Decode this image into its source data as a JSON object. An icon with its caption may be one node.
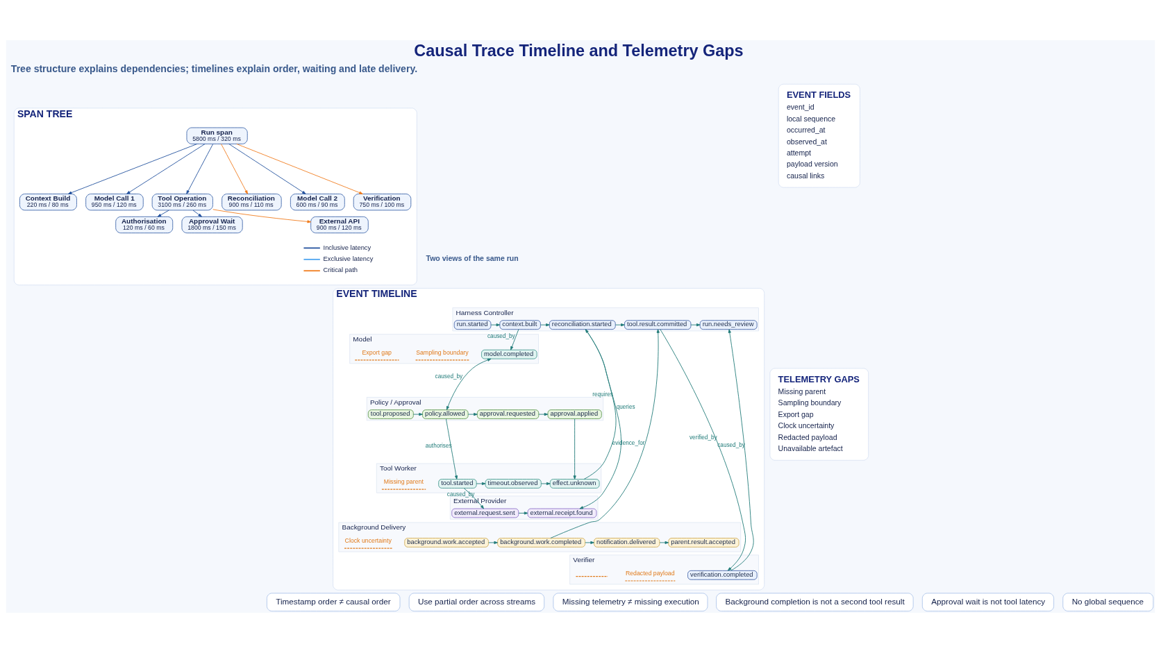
{
  "diagram": {
    "title": "Causal Trace Timeline and Telemetry Gaps",
    "nodes": [
      {
        "text": [
          "SPAN TREE"
        ]
      },
      {
        "text": [
          "Run span",
          "5800 ms / 320 ms"
        ],
        "in": 0
      },
      {
        "text": [
          "Context Build",
          "220 ms / 80 ms"
        ],
        "in": 0
      },
      {
        "text": [
          "Model Call 1",
          "950 ms / 120 ms"
        ],
        "in": 0
      },
      {
        "text": [
          "Tool Operation",
          "3100 ms / 260 ms"
        ],
        "in": 0
      },
      {
        "text": [
          "Reconciliation",
          "900 ms / 110 ms"
        ],
        "in": 0
      },
      {
        "text": [
          "Model Call 2",
          "600 ms / 90 ms"
        ],
        "in": 0
      },
      {
        "text": [
          "Verification",
          "750 ms / 100 ms"
        ],
        "in": 0
      },
      {
        "text": [
          "Authorisation",
          "120 ms / 60 ms"
        ],
        "in": 0
      },
      {
        "text": [
          "Approval Wait",
          "1800 ms / 150 ms"
        ],
        "in": 0
      },
      {
        "text": [
          "External API",
          "900 ms / 120 ms"
        ],
        "in": 0
      },
      {
        "text": [
          "EVENT FIELDS",
          "event_id",
          "local sequence",
          "occurred_at",
          "observed_at",
          "attempt",
          "payload version",
          "causal links"
        ]
      },
      {
        "text": [
          "EVENT TIMELINE"
        ]
      },
      {
        "text": [
          "Harness Controller"
        ],
        "in": 12
      },
      {
        "text": [
          "run.started"
        ],
        "in": 13
      },
      {
        "text": [
          "context.built"
        ],
        "in": 13
      },
      {
        "text": [
          "reconciliation.started"
        ],
        "in": 13
      },
      {
        "text": [
          "tool.result.committed"
        ],
        "in": 13
      },
      {
        "text": [
          "run.needs_review"
        ],
        "in": 13
      },
      {
        "text": [
          "Model"
        ],
        "in": 12
      },
      {
        "text": [
          "model.completed"
        ],
        "in": 19
      },
      {
        "text": [
          "Policy / Approval"
        ],
        "in": 12
      },
      {
        "text": [
          "tool.proposed"
        ],
        "in": 21
      },
      {
        "text": [
          "policy.allowed"
        ],
        "in": 21
      },
      {
        "text": [
          "approval.requested"
        ],
        "in": 21
      },
      {
        "text": [
          "approval.applied"
        ],
        "in": 21
      },
      {
        "text": [
          "Tool Worker"
        ],
        "in": 12
      },
      {
        "text": [
          "tool.started"
        ],
        "in": 26
      },
      {
        "text": [
          "timeout.observed"
        ],
        "in": 26
      },
      {
        "text": [
          "effect.unknown"
        ],
        "in": 26
      },
      {
        "text": [
          "External Provider"
        ],
        "in": 12
      },
      {
        "text": [
          "external.request.sent"
        ],
        "in": 30
      },
      {
        "text": [
          "external.receipt.found"
        ],
        "in": 30
      },
      {
        "text": [
          "Background Delivery"
        ],
        "in": 12
      },
      {
        "text": [
          "background.work.accepted"
        ],
        "in": 33
      },
      {
        "text": [
          "background.work.completed"
        ],
        "in": 33
      },
      {
        "text": [
          "notification.delivered"
        ],
        "in": 33
      },
      {
        "text": [
          "parent.result.accepted"
        ],
        "in": 33
      },
      {
        "text": [
          "Verifier"
        ],
        "in": 12
      },
      {
        "text": [
          "verification.completed"
        ],
        "in": 38
      },
      {
        "text": [
          "TELEMETRY GAPS",
          "Missing parent",
          "Sampling boundary",
          "Export gap",
          "Clock uncertainty",
          "Redacted payload",
          "Unavailable artefact"
        ]
      },
      {
        "text": [
          "Timestamp order ≠ causal order"
        ]
      },
      {
        "text": [
          "Use partial order across streams"
        ]
      },
      {
        "text": [
          "Missing telemetry ≠ missing execution"
        ]
      },
      {
        "text": [
          "Background completion is not a second tool result"
        ]
      },
      {
        "text": [
          "Approval wait is not tool latency"
        ]
      },
      {
        "text": [
          "No global sequence"
        ]
      }
    ],
    "edges": [
      {
        "from": 1,
        "to": 2,
        "arrow": "to",
        "color": "#1f4e9c"
      },
      {
        "from": 1,
        "to": 3,
        "arrow": "to",
        "color": "#1f4e9c"
      },
      {
        "from": 1,
        "to": 4,
        "arrow": "to",
        "color": "#1f4e9c"
      },
      {
        "from": 1,
        "to": 5,
        "arrow": "to",
        "color": "#f07a1a"
      },
      {
        "from": 1,
        "to": 6,
        "arrow": "to",
        "color": "#1f4e9c"
      },
      {
        "from": 1,
        "to": 7,
        "arrow": "to",
        "color": "#f07a1a"
      },
      {
        "from": 4,
        "to": 8,
        "arrow": "to",
        "color": "#1f4e9c"
      },
      {
        "from": 4,
        "to": 9,
        "arrow": "to",
        "color": "#1f4e9c"
      },
      {
        "from": 4,
        "to": 10,
        "arrow": "to",
        "color": "#f07a1a"
      },
      {
        "from": 14,
        "to": 15,
        "arrow": "to"
      },
      {
        "from": 15,
        "to": 16,
        "arrow": "to"
      },
      {
        "from": 15,
        "to": 20,
        "arrow": "to",
        "label": "caused_by"
      },
      {
        "from": 20,
        "to": 23,
        "arrow": "both",
        "label": "caused_by"
      },
      {
        "from": 22,
        "to": 23,
        "arrow": "to"
      },
      {
        "from": 23,
        "to": 24,
        "arrow": "to"
      },
      {
        "from": 24,
        "to": 25,
        "arrow": "to"
      },
      {
        "from": 23,
        "to": 27,
        "arrow": "to",
        "label": "authorises"
      },
      {
        "from": 25,
        "to": 29,
        "arrow": "to"
      },
      {
        "from": 27,
        "to": 28,
        "arrow": "to"
      },
      {
        "from": 28,
        "to": 29,
        "arrow": "to"
      },
      {
        "from": 27,
        "to": 31,
        "arrow": "to",
        "label": "caused_by"
      },
      {
        "from": 31,
        "to": 32,
        "arrow": "to"
      },
      {
        "from": 29,
        "to": 16,
        "arrow": "to",
        "label": "requires"
      },
      {
        "from": 16,
        "to": 32,
        "arrow": "to",
        "label": "queries"
      },
      {
        "from": 16,
        "to": 17,
        "arrow": "to"
      },
      {
        "from": 17,
        "to": 18,
        "arrow": "to"
      },
      {
        "from": 35,
        "to": 17,
        "arrow": "to",
        "label": "evidence_for"
      },
      {
        "from": 17,
        "to": 39,
        "arrow": "to",
        "label": "verified_by"
      },
      {
        "from": 34,
        "to": 35,
        "arrow": "to"
      },
      {
        "from": 35,
        "to": 36,
        "arrow": "to"
      },
      {
        "from": 36,
        "to": 37,
        "arrow": "to"
      },
      {
        "from": 39,
        "to": 18,
        "arrow": "to",
        "label": "caused_by"
      }
    ],
    "labels": [
      "Tree structure explains dependencies; timelines explain order, waiting and late delivery.",
      "Two views of the same run",
      "Sampling boundary",
      "Export gap",
      "Missing parent",
      "Clock uncertainty",
      "Redacted payload"
    ],
    "legend": [
      {
        "text": "Inclusive latency",
        "color": "#1f4e9c"
      },
      {
        "text": "Exclusive latency",
        "color": "#4aa3f0"
      },
      {
        "text": "Critical path",
        "color": "#f07a1a"
      }
    ]
  }
}
